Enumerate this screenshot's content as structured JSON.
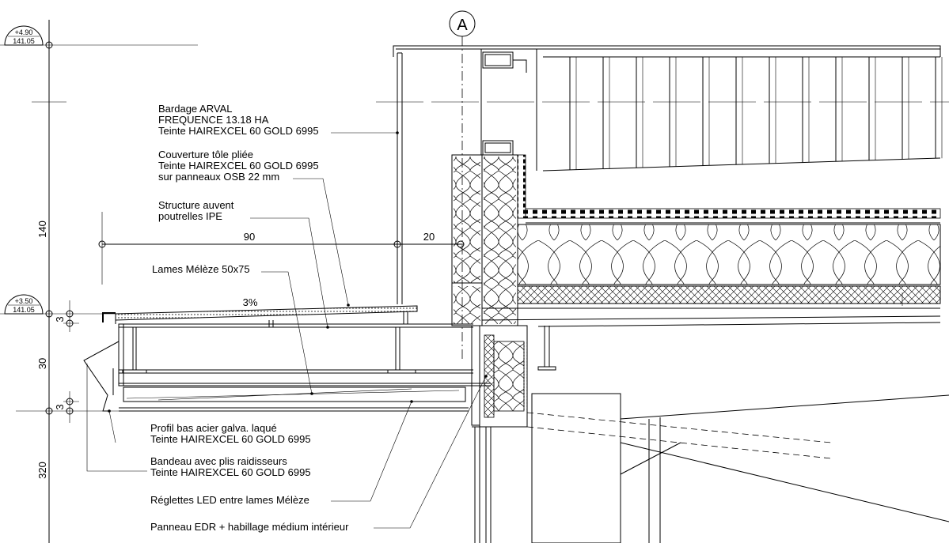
{
  "grid_axis": {
    "label": "A"
  },
  "levels": [
    {
      "elevation": "+4.90",
      "ngf": "141.05"
    },
    {
      "elevation": "+3.50",
      "ngf": "141.05"
    }
  ],
  "dimensions": {
    "vertical": [
      "140",
      "3",
      "30",
      "3",
      "320"
    ],
    "horizontal": [
      "90",
      "20"
    ],
    "slope": "3%"
  },
  "annotations": [
    {
      "lines": [
        "Bardage ARVAL",
        "FREQUENCE 13.18 HA",
        "Teinte HAIREXCEL 60 GOLD 6995"
      ]
    },
    {
      "lines": [
        "Couverture tôle pliée",
        "Teinte HAIREXCEL 60 GOLD 6995",
        "sur panneaux OSB 22 mm"
      ]
    },
    {
      "lines": [
        "Structure auvent",
        "poutrelles IPE"
      ]
    },
    {
      "lines": [
        "Lames Mélèze 50x75"
      ]
    },
    {
      "lines": [
        "Profil bas acier galva. laqué",
        "Teinte HAIREXCEL 60 GOLD 6995"
      ]
    },
    {
      "lines": [
        "Bandeau avec plis raidisseurs",
        "Teinte HAIREXCEL 60 GOLD 6995"
      ]
    },
    {
      "lines": [
        "Réglettes LED entre lames Mélèze"
      ]
    },
    {
      "lines": [
        "Panneau EDR + habillage médium intérieur"
      ]
    }
  ]
}
